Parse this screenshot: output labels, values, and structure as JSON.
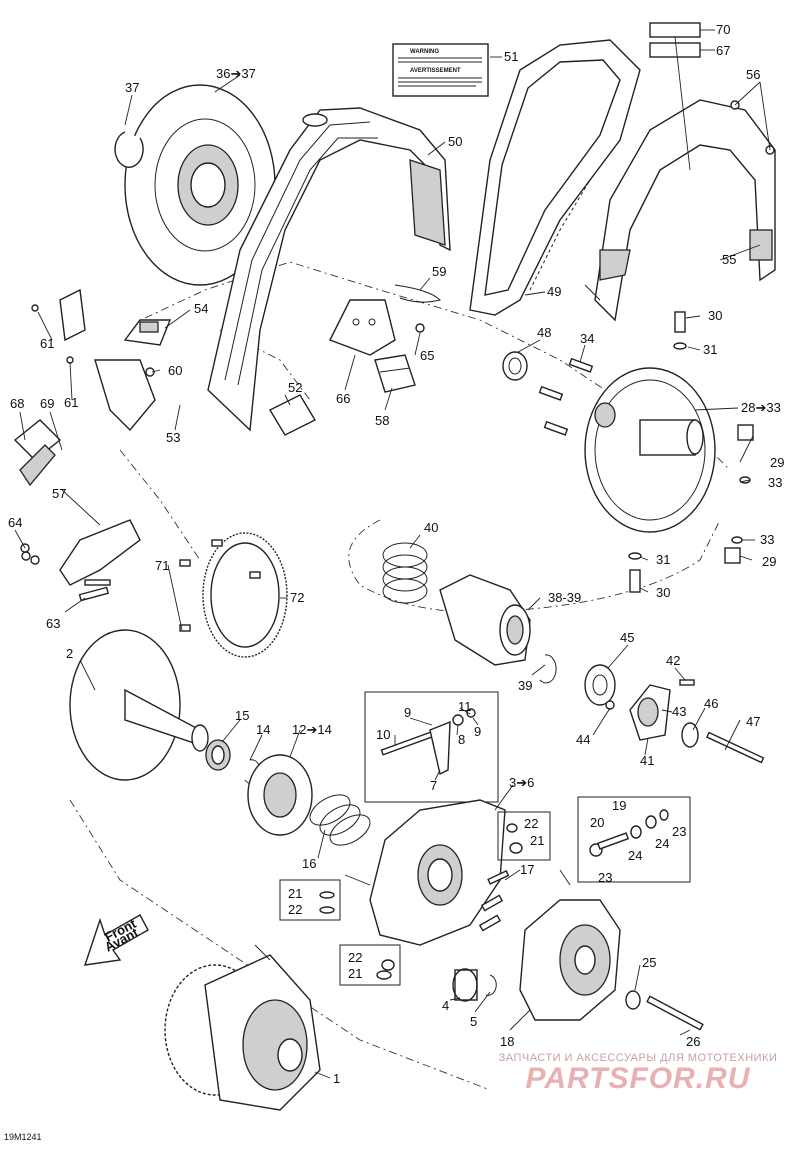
{
  "diagram_code": "19M1241",
  "front_arrow": {
    "line1": "Front",
    "line2": "Avant"
  },
  "warning_label": {
    "title": "WARNING",
    "title2": "AVERTISSEMENT"
  },
  "watermark": {
    "top": "ЗАПЧАСТИ И АКСЕССУАРЫ ДЛЯ МОТОТЕХНИКИ",
    "logo": "PARTSFOR.RU"
  },
  "callouts": {
    "c70": "70",
    "c67": "67",
    "c51": "51",
    "c56": "56",
    "c37": "37",
    "c36": "36➔37",
    "c50": "50",
    "c55": "55",
    "c59": "59",
    "c49": "49",
    "c54": "54",
    "c61a": "61",
    "c60": "60",
    "c61b": "61",
    "c30a": "30",
    "c48": "48",
    "c34": "34",
    "c65": "65",
    "c31a": "31",
    "c68": "68",
    "c69": "69",
    "c52": "52",
    "c66": "66",
    "c53": "53",
    "c28": "28➔33",
    "c58": "58",
    "c29a": "29",
    "c33a": "33",
    "c57": "57",
    "c40": "40",
    "c64": "64",
    "c33b": "33",
    "c71": "71",
    "c31b": "31",
    "c29b": "29",
    "c72": "72",
    "c30b": "30",
    "c63": "63",
    "c38": "38-39",
    "c2": "2",
    "c45": "45",
    "c39": "39",
    "c42": "42",
    "c15": "15",
    "c12": "12➔14",
    "c11": "11",
    "c9a": "9",
    "c14": "14",
    "c10": "10",
    "c8": "8",
    "c9b": "9",
    "c46": "46",
    "c43": "43",
    "c47": "47",
    "c44": "44",
    "c41": "41",
    "c7": "7",
    "c3": "3➔6",
    "c19": "19",
    "c22a": "22",
    "c21a": "21",
    "c20": "20",
    "c23a": "23",
    "c16": "16",
    "c24a": "24",
    "c24b": "24",
    "c23b": "23",
    "c17": "17",
    "c21b": "21",
    "c22b": "22",
    "c22c": "22",
    "c21c": "21",
    "c25": "25",
    "c4": "4",
    "c5": "5",
    "c18": "18",
    "c26": "26",
    "c1": "1"
  },
  "colors": {
    "stroke": "#222222",
    "fill_grey": "#cfcfcf",
    "watermark": "#e8b0b0"
  }
}
